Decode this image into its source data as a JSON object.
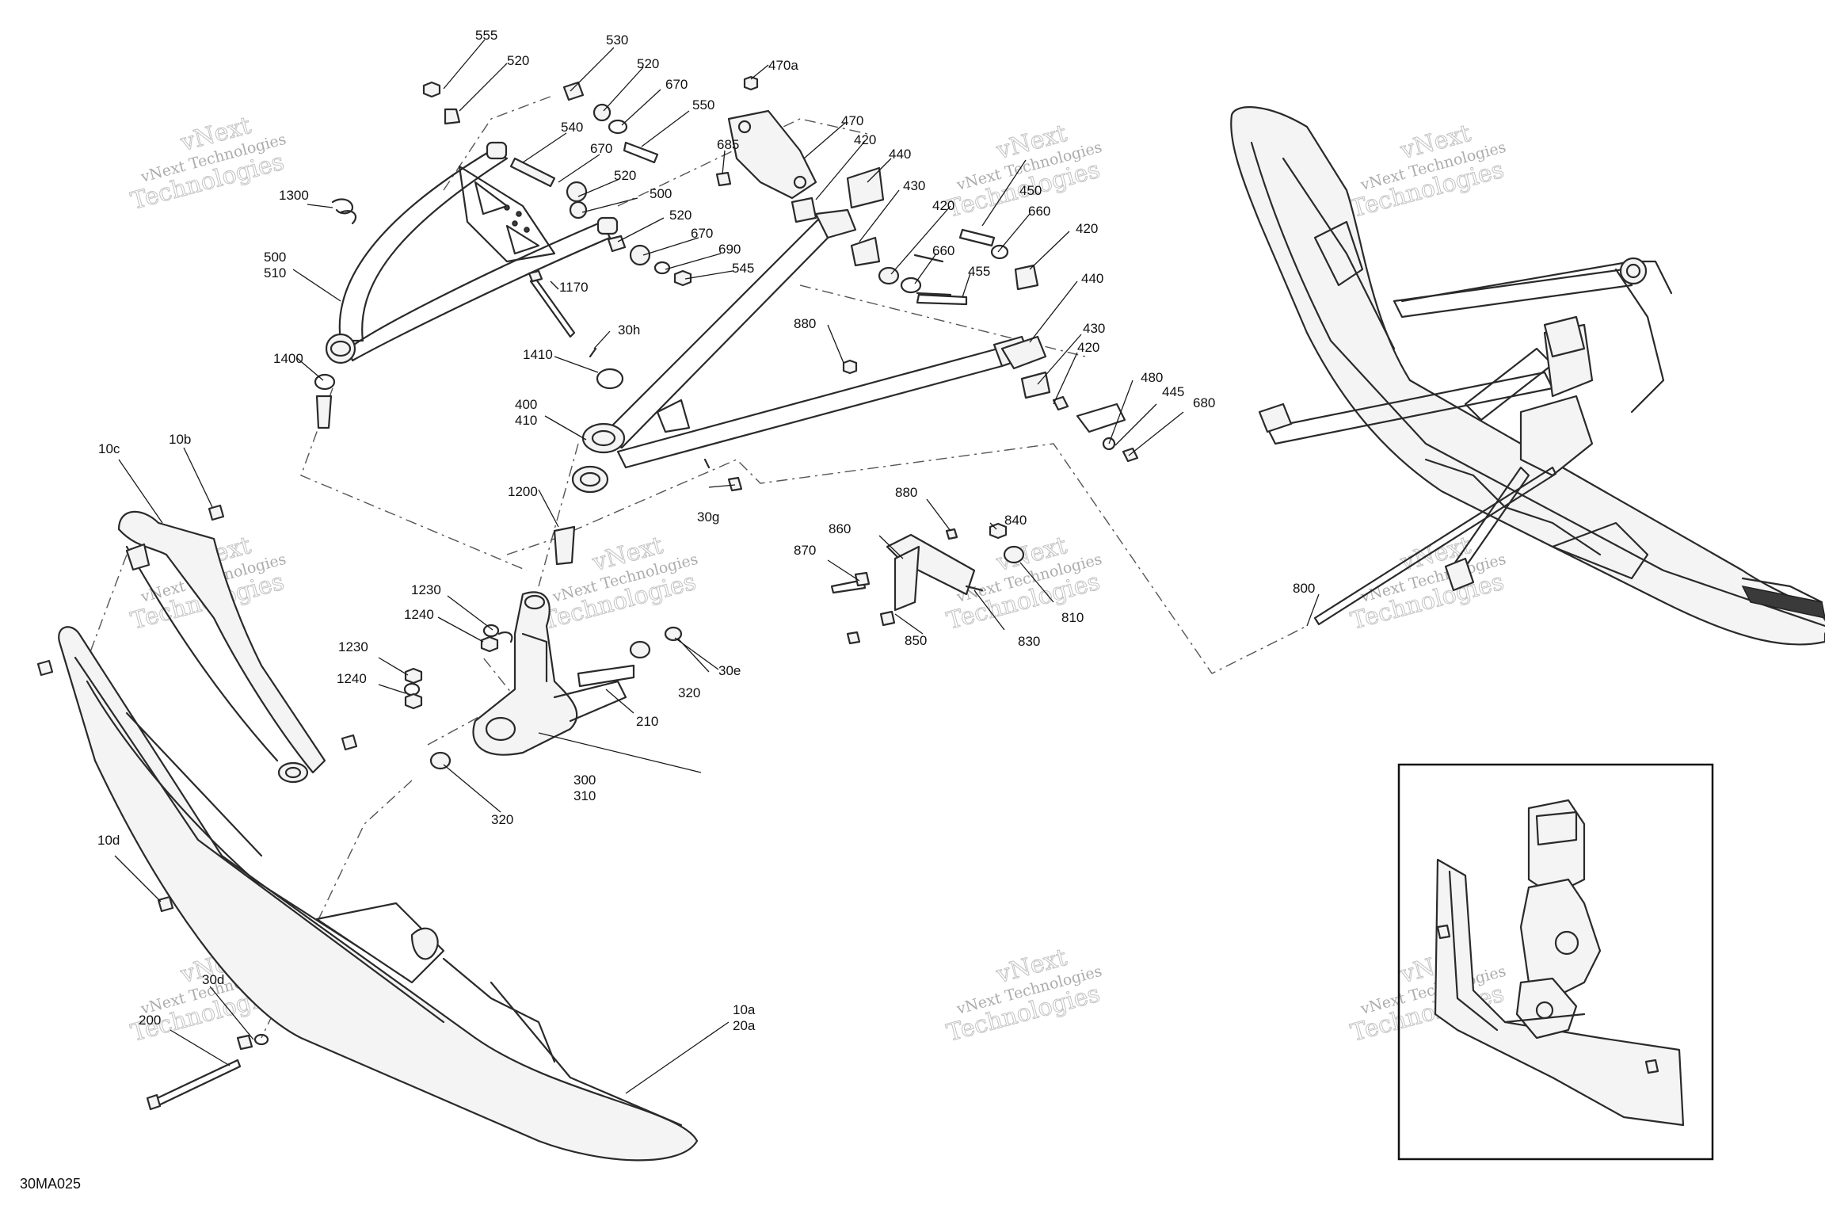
{
  "figure_code": "30MA025",
  "watermark": {
    "line1": "vNext Technologies",
    "line2": "Technologies",
    "line3": "vNext"
  },
  "callouts": [
    {
      "text": "555"
    },
    {
      "text": "520"
    },
    {
      "text": "530"
    },
    {
      "text": "520"
    },
    {
      "text": "670"
    },
    {
      "text": "550"
    },
    {
      "text": "540"
    },
    {
      "text": "670"
    },
    {
      "text": "520"
    },
    {
      "text": "500"
    },
    {
      "text": "520"
    },
    {
      "text": "670"
    },
    {
      "text": "690"
    },
    {
      "text": "545"
    },
    {
      "text": "1300"
    },
    {
      "text": "500"
    },
    {
      "text": "510"
    },
    {
      "text": "470a"
    },
    {
      "text": "470"
    },
    {
      "text": "685"
    },
    {
      "text": "420"
    },
    {
      "text": "440"
    },
    {
      "text": "430"
    },
    {
      "text": "450"
    },
    {
      "text": "420"
    },
    {
      "text": "660"
    },
    {
      "text": "660"
    },
    {
      "text": "420"
    },
    {
      "text": "455"
    },
    {
      "text": "1170"
    },
    {
      "text": "30h"
    },
    {
      "text": "1410"
    },
    {
      "text": "440"
    },
    {
      "text": "880"
    },
    {
      "text": "430"
    },
    {
      "text": "420"
    },
    {
      "text": "480"
    },
    {
      "text": "445"
    },
    {
      "text": "680"
    },
    {
      "text": "1400"
    },
    {
      "text": "400"
    },
    {
      "text": "410"
    },
    {
      "text": "1200"
    },
    {
      "text": "30g"
    },
    {
      "text": "10c"
    },
    {
      "text": "10b"
    },
    {
      "text": "880"
    },
    {
      "text": "860"
    },
    {
      "text": "840"
    },
    {
      "text": "870"
    },
    {
      "text": "810"
    },
    {
      "text": "850"
    },
    {
      "text": "830"
    },
    {
      "text": "800"
    },
    {
      "text": "1230"
    },
    {
      "text": "1240"
    },
    {
      "text": "1230"
    },
    {
      "text": "1240"
    },
    {
      "text": "320"
    },
    {
      "text": "30e"
    },
    {
      "text": "210"
    },
    {
      "text": "300"
    },
    {
      "text": "310"
    },
    {
      "text": "320"
    },
    {
      "text": "10d"
    },
    {
      "text": "30d"
    },
    {
      "text": "200"
    },
    {
      "text": "10a"
    },
    {
      "text": "20a"
    }
  ]
}
